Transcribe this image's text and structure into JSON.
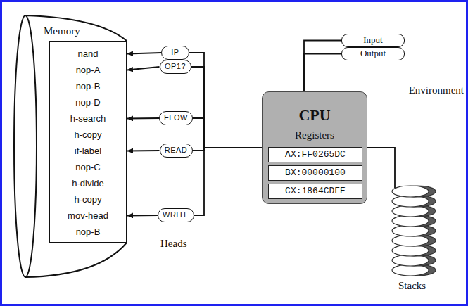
{
  "diagram": {
    "nodes": [
      {
        "text": [
          "Memory"
        ]
      },
      {
        "text": [
          "nand",
          "nop-A",
          "nop-B",
          "nop-D",
          "h-search",
          "h-copy",
          "if-label",
          "nop-C",
          "h-divide",
          "h-copy",
          "mov-head",
          "nop-B"
        ],
        "in": 0
      },
      {
        "text": [
          "IP"
        ]
      },
      {
        "text": [
          "OP1?"
        ]
      },
      {
        "text": [
          "FLOW"
        ]
      },
      {
        "text": [
          "READ"
        ]
      },
      {
        "text": [
          "WRITE"
        ]
      },
      {
        "text": [
          "CPU",
          "Registers"
        ]
      },
      {
        "text": [
          "AX:FF0265DC"
        ],
        "in": 7
      },
      {
        "text": [
          "BX:00000100"
        ],
        "in": 7
      },
      {
        "text": [
          "CX:1864CDFE"
        ],
        "in": 7
      },
      {
        "text": [
          "Input"
        ]
      },
      {
        "text": [
          "Output"
        ]
      }
    ],
    "edges": [
      {
        "from": 2,
        "to": 1,
        "arrow": "to"
      },
      {
        "from": 3,
        "to": 1,
        "arrow": "to"
      },
      {
        "from": 4,
        "to": 1,
        "arrow": "to"
      },
      {
        "from": 5,
        "to": 1,
        "arrow": "to"
      },
      {
        "from": 6,
        "to": 1,
        "arrow": "to"
      },
      {
        "from": 2,
        "to": 7,
        "arrow": "none"
      },
      {
        "from": 3,
        "to": 7,
        "arrow": "none"
      },
      {
        "from": 4,
        "to": 7,
        "arrow": "none"
      },
      {
        "from": 5,
        "to": 7,
        "arrow": "none"
      },
      {
        "from": 6,
        "to": 7,
        "arrow": "none"
      },
      {
        "from": 7,
        "to": 11,
        "arrow": "none"
      },
      {
        "from": 7,
        "to": 12,
        "arrow": "none"
      }
    ],
    "labels": [
      "Heads",
      "Environment",
      "Stacks"
    ]
  }
}
